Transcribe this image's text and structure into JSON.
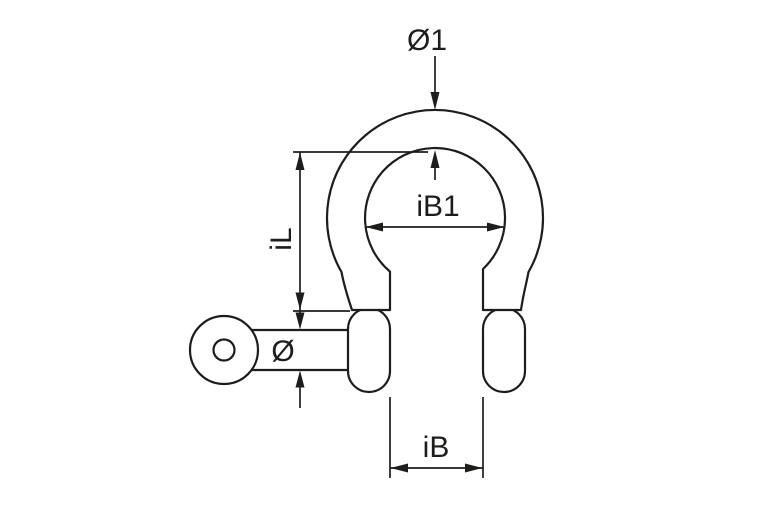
{
  "figure": {
    "type": "technical-drawing",
    "subject": "bow shackle with screw pin, dimensioned outline drawing",
    "background_color": "#ffffff",
    "line_color": "#1d1d1b"
  },
  "dimension_labels": {
    "bow_material_diameter": "Ø1",
    "inner_bow_width": "iB1",
    "inner_length": "iL",
    "pin_diameter": "Ø",
    "inner_width": "iB"
  }
}
